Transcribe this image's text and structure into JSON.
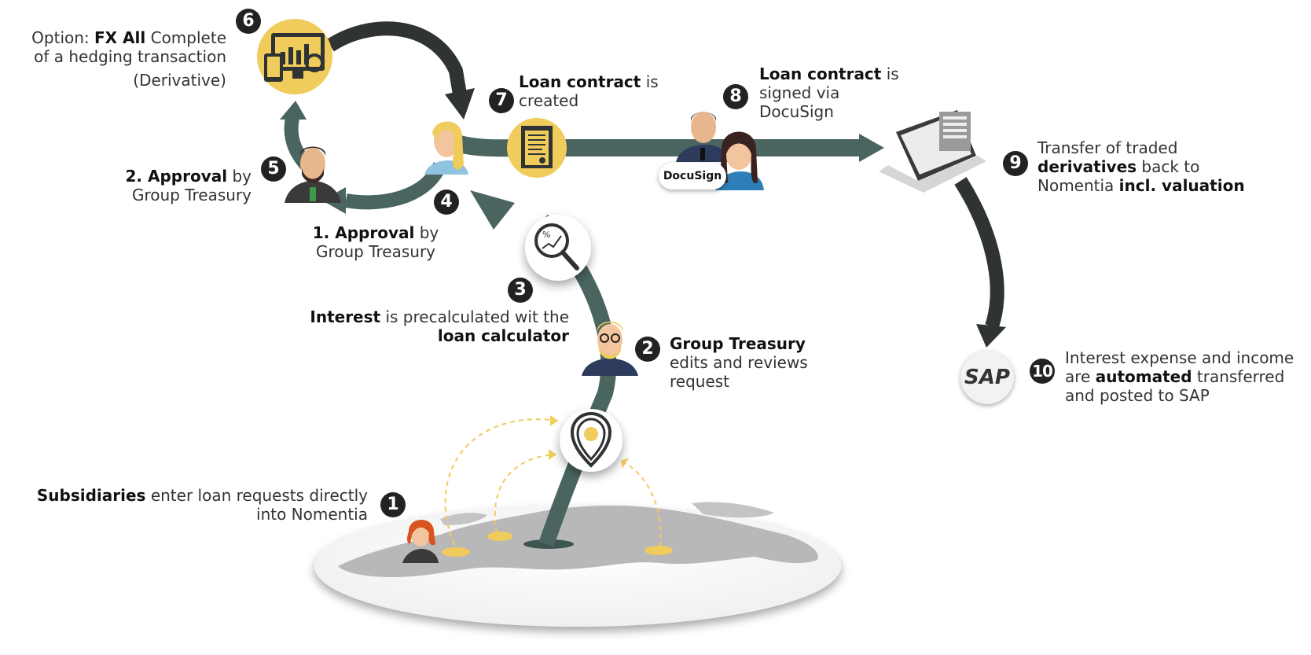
{
  "steps": [
    {
      "num": "1",
      "bold": "Subsidiaries",
      "text": " enter loan requests directly into Nomentia"
    },
    {
      "num": "2",
      "bold": "Group Treasury",
      "text": " edits and reviews request"
    },
    {
      "num": "3",
      "bold_a": "Interest",
      "text": " is precalculated wit the ",
      "bold_b": "loan calculator"
    },
    {
      "num": "4",
      "bold": "1. Approval",
      "text": " by Group Treasury"
    },
    {
      "num": "5",
      "bold": "2. Approval",
      "text": " by Group Treasury"
    },
    {
      "num": "6",
      "prefix": "Option: ",
      "bold": "FX All",
      "text": " Complete of a hedging transaction",
      "suffix": "(Derivative)"
    },
    {
      "num": "7",
      "bold": "Loan contract",
      "text": " is created"
    },
    {
      "num": "8",
      "bold": "Loan contract",
      "text": " is signed via DocuSign"
    },
    {
      "num": "9",
      "prefix": "Transfer of traded ",
      "bold_a": "derivatives",
      "middle": " back to Nomentia ",
      "bold_b": "incl. valuation"
    },
    {
      "num": "10",
      "prefix": "Interest expense and income are ",
      "bold": "automated",
      "text": " transferred and posted to SAP"
    }
  ],
  "logos": {
    "docusign": "DocuSign",
    "sap": "SAP"
  },
  "icons": [
    "monitor-chart-icon",
    "document-icon",
    "laptop-icon",
    "magnifier-percent-icon",
    "location-pin-icon",
    "europe-map-icon"
  ],
  "colors": {
    "arrow_dark": "#2f3333",
    "arrow_teal": "#4a6560",
    "accent_yellow": "#f0cc5c",
    "badge": "#222222",
    "map_grey": "#b8b8b8"
  }
}
